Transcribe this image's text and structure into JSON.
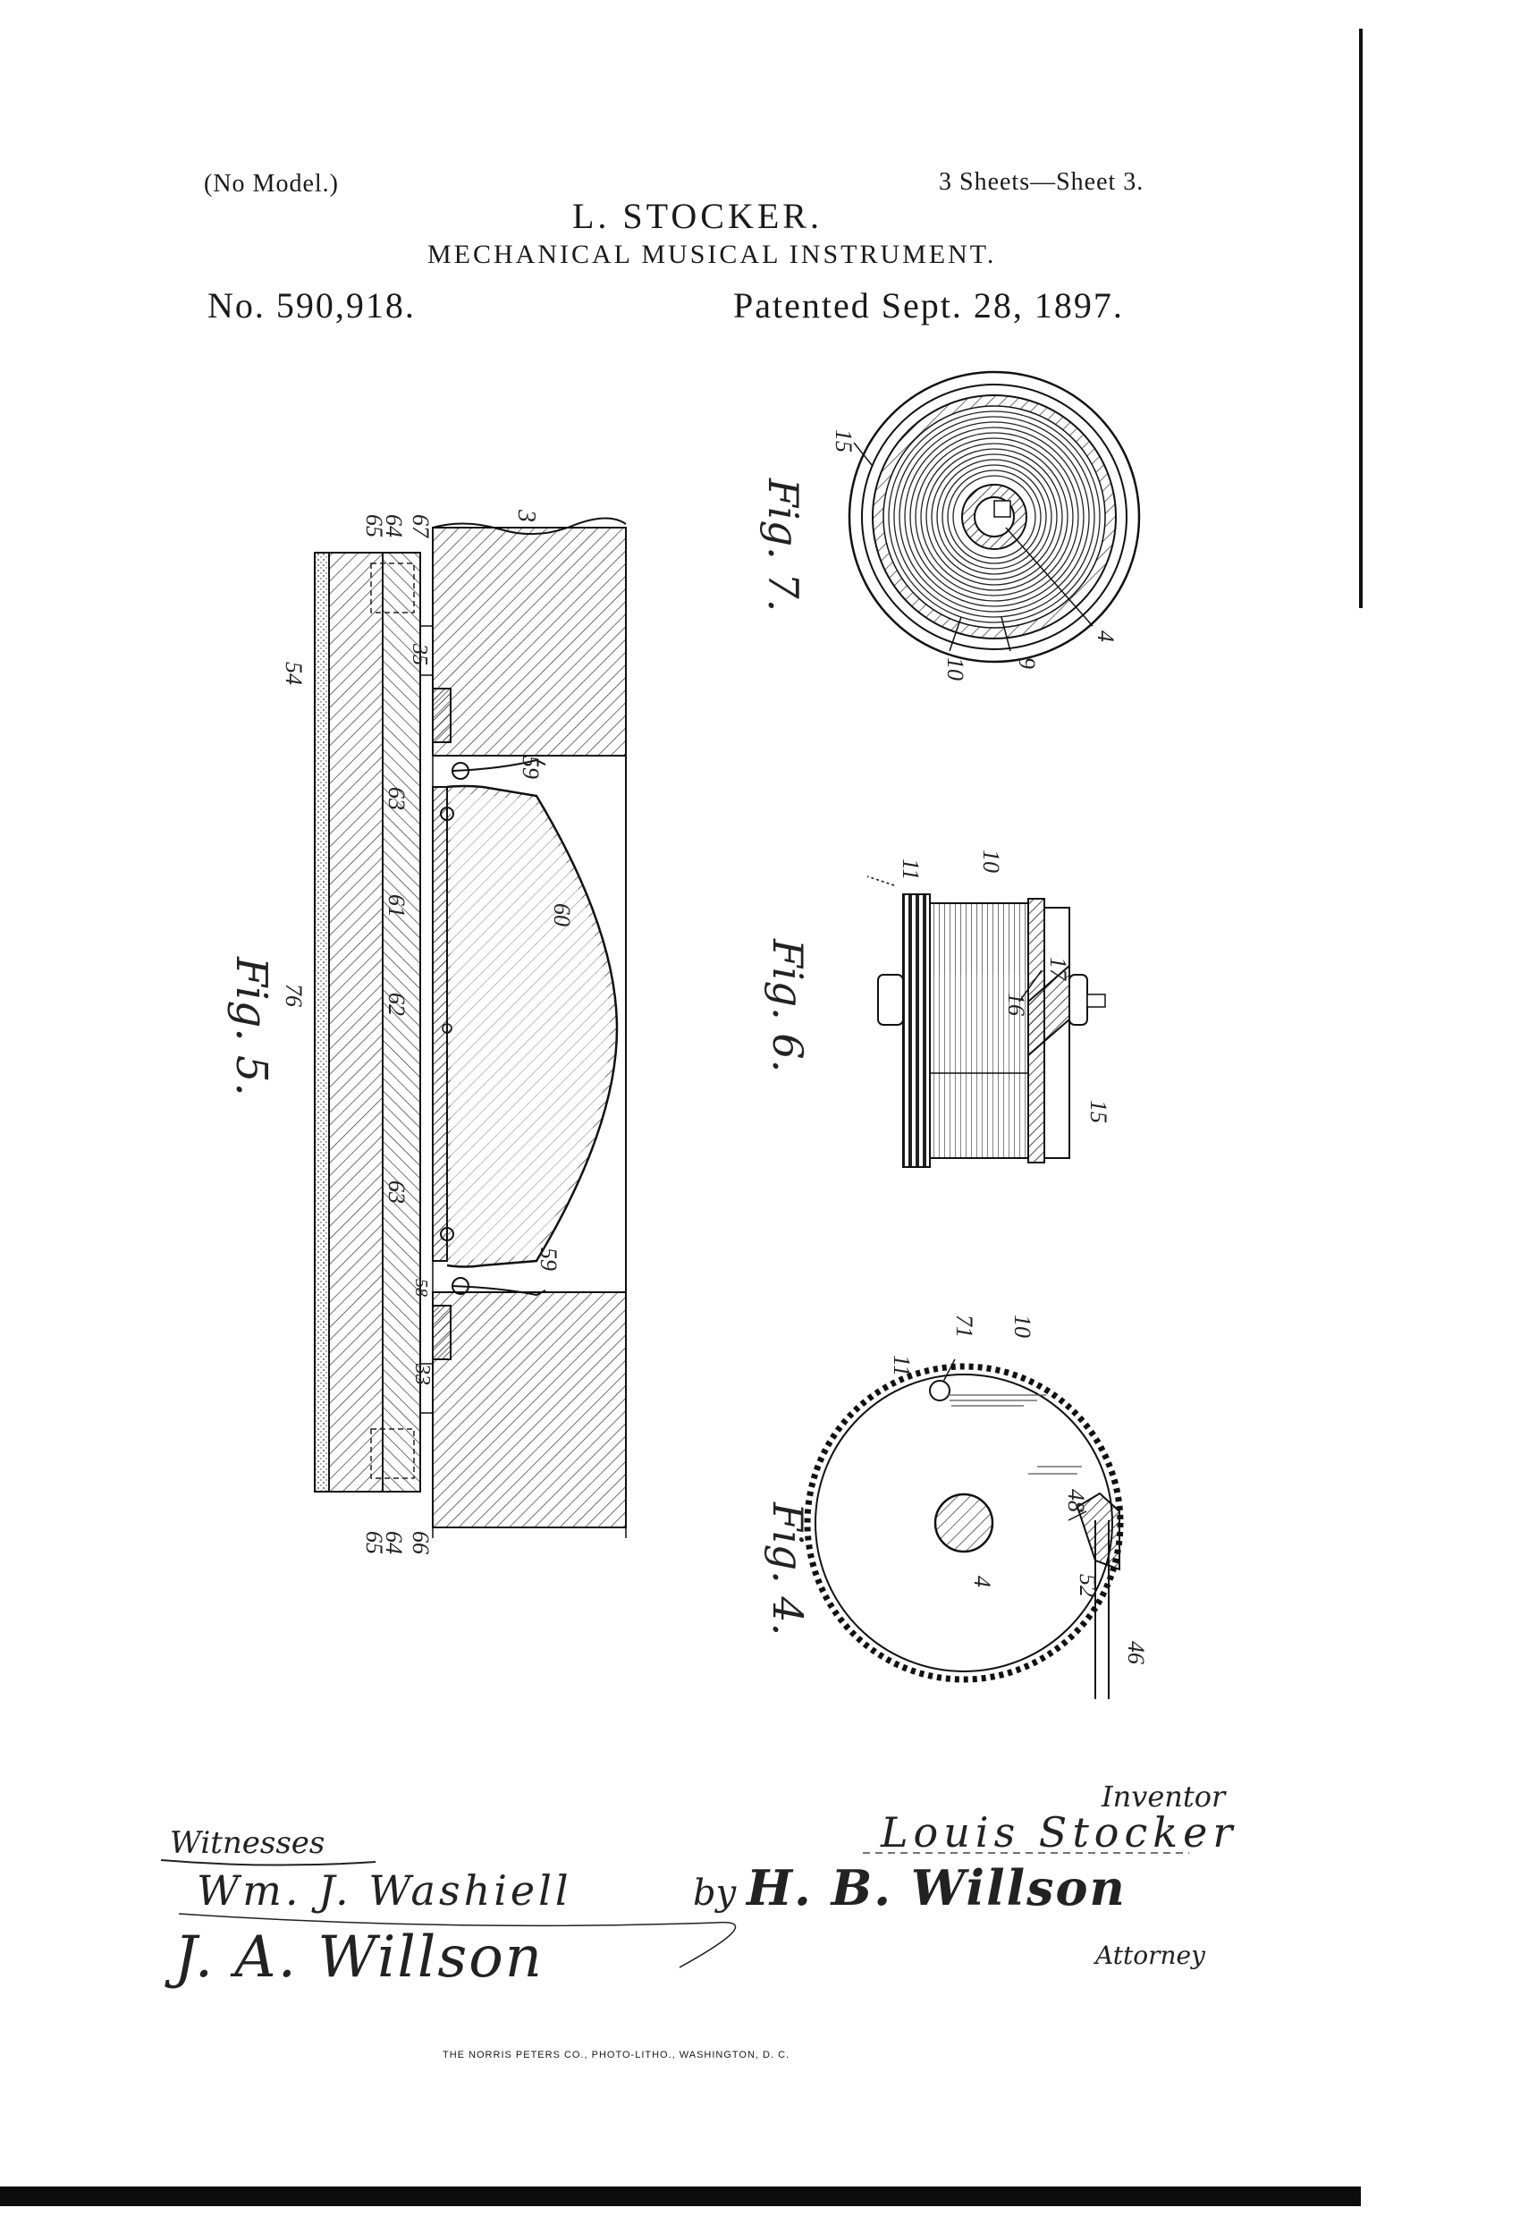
{
  "header": {
    "no_model": "(No Model.)",
    "sheets": "3 Sheets—Sheet 3.",
    "inventor_name": "L. STOCKER.",
    "title": "MECHANICAL MUSICAL INSTRUMENT.",
    "patent_no": "No. 590,918.",
    "patented": "Patented Sept. 28, 1897."
  },
  "figures": {
    "fig5": {
      "title": "Fig. 5.",
      "labels": [
        "65",
        "64",
        "67",
        "3",
        "54",
        "35",
        "59",
        "63",
        "61",
        "62",
        "60",
        "76",
        "63",
        "58",
        "59",
        "33",
        "65",
        "64",
        "66"
      ]
    },
    "fig7": {
      "title": "Fig. 7.",
      "labels": [
        "15",
        "4",
        "9",
        "10"
      ]
    },
    "fig6": {
      "title": "Fig. 6.",
      "labels": [
        "11",
        "10",
        "17",
        "16",
        "15"
      ]
    },
    "fig4": {
      "title": "Fig. 4.",
      "labels": [
        "71",
        "10",
        "11",
        "48",
        "4",
        "52",
        "46"
      ]
    }
  },
  "signatures": {
    "inventor_heading": "Inventor",
    "inventor_signature": "Louis Stocker",
    "by": "by",
    "attorney_signature": "H. B. Willson",
    "attorney_heading": "Attorney",
    "witnesses_heading": "Witnesses",
    "witness_1": "Wm. J. Washiell",
    "witness_2": "J. A. Willson"
  },
  "footer": {
    "printer": "THE NORRIS PETERS CO., PHOTO-LITHO., WASHINGTON, D. C."
  }
}
